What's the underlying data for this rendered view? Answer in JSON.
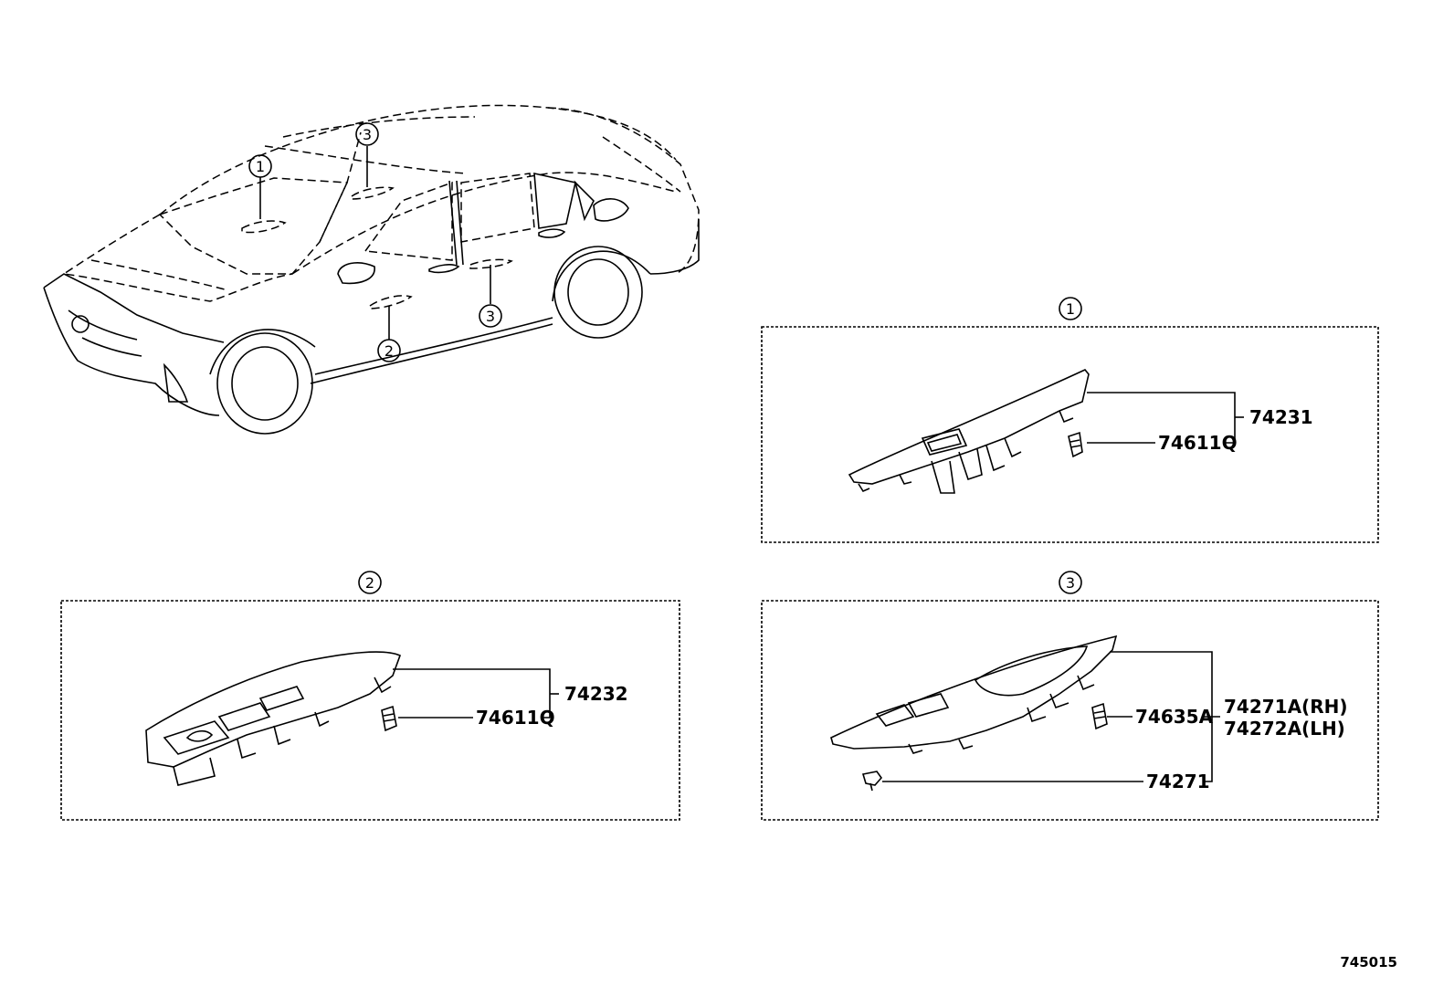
{
  "callouts": {
    "c1": "1",
    "c2": "2",
    "c3": "3"
  },
  "panel1": {
    "assembly": "74231",
    "clip": "74611Q"
  },
  "panel2": {
    "assembly": "74232",
    "clip": "74611Q"
  },
  "panel3": {
    "clip_a": "74635A",
    "assembly_rh": "74271A(RH)",
    "assembly_lh": "74272A(LH)",
    "screw": "74271"
  },
  "diagram_id": "745015"
}
